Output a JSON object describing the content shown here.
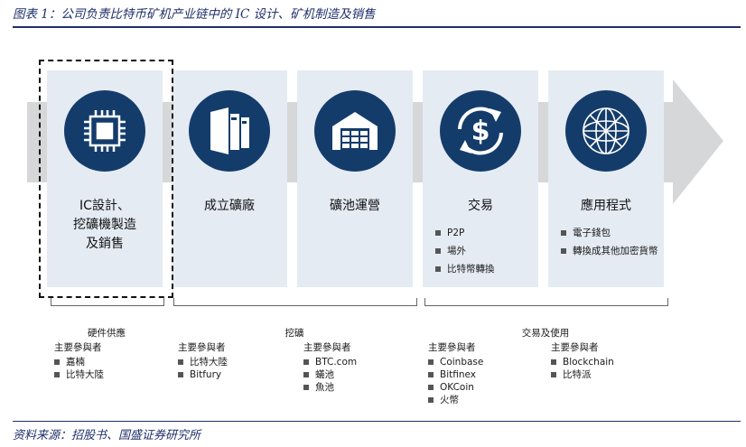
{
  "title": "图表 1：公司负责比特币矿机产业链中的 IC 设计、矿机制造及销售",
  "source": "资料来源：招股书、国盛证券研究所",
  "stages": [
    {
      "label_lines": [
        "IC設計、",
        "挖礦機製造",
        "及銷售"
      ],
      "icon": "chip-icon",
      "bullets": []
    },
    {
      "label_lines": [
        "成立礦廠"
      ],
      "icon": "mining-rig-icon",
      "bullets": []
    },
    {
      "label_lines": [
        "礦池運營"
      ],
      "icon": "warehouse-icon",
      "bullets": []
    },
    {
      "label_lines": [
        "交易"
      ],
      "icon": "dollar-exchange-icon",
      "bullets": [
        "P2P",
        "場外",
        "比特幣轉換"
      ]
    },
    {
      "label_lines": [
        "應用程式"
      ],
      "icon": "globe-network-icon",
      "bullets": [
        "電子錢包",
        "轉換成其他加密貨幣"
      ]
    }
  ],
  "segments": [
    {
      "label": "硬件供應"
    },
    {
      "label": "挖礦"
    },
    {
      "label": "交易及使用"
    }
  ],
  "participants": [
    {
      "heading": "主要參與者",
      "items": [
        "嘉楠",
        "比特大陸"
      ]
    },
    {
      "heading": "主要參與者",
      "items": [
        "比特大陸",
        "Bitfury"
      ]
    },
    {
      "heading": "主要參與者",
      "items": [
        "BTC.com",
        "蟻池",
        "魚池"
      ]
    },
    {
      "heading": "主要參與者",
      "items": [
        "Coinbase",
        "Bitfinex",
        "OKCoin",
        "火幣"
      ]
    },
    {
      "heading": "主要參與者",
      "items": [
        "Blockchain",
        "比特派"
      ]
    }
  ],
  "colors": {
    "navy": "#143c6b",
    "card": "#e5ebf3",
    "arrow": "#d6d7d9",
    "title": "#1f2f6b"
  }
}
